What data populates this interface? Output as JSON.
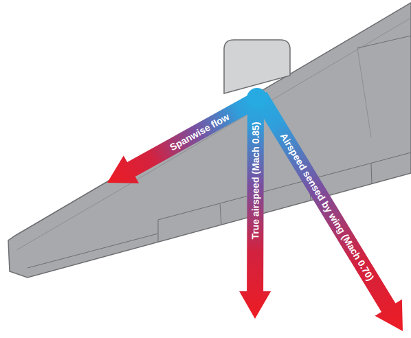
{
  "diagram": {
    "labels": [
      "Spanwise flow",
      "True airspeed (Mach 0.85)",
      "Airspeed sensed by wing (Mach 0.70)"
    ]
  }
}
